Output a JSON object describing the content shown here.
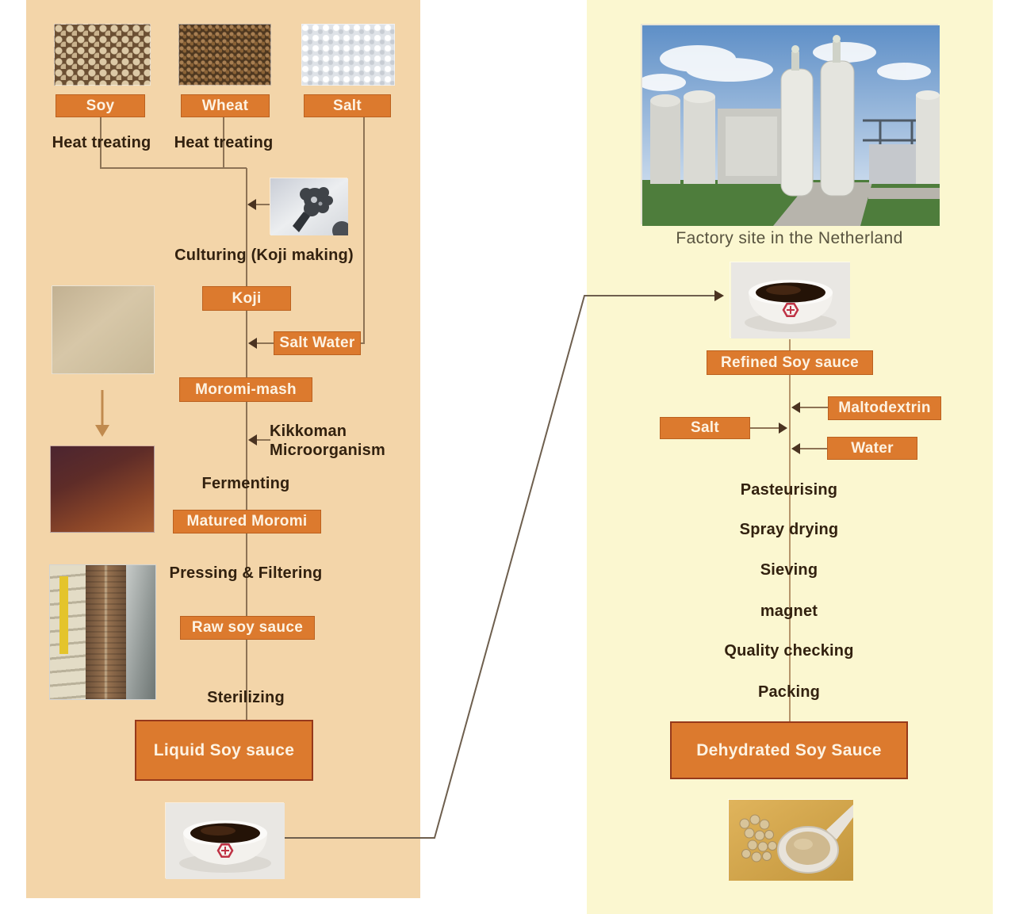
{
  "left": {
    "soy": "Soy",
    "wheat": "Wheat",
    "salt": "Salt",
    "heat_treating_soy": "Heat treating",
    "heat_treating_wheat": "Heat treating",
    "culturing": "Culturing (Koji making)",
    "koji": "Koji",
    "salt_water": "Salt Water",
    "moromi_mash": "Moromi-mash",
    "kikkoman_line1": "Kikkoman",
    "kikkoman_line2": "Microorganism",
    "fermenting": "Fermenting",
    "matured_moromi": "Matured Moromi",
    "pressing_filtering": "Pressing & Filtering",
    "raw_soy_sauce": "Raw soy sauce",
    "sterilizing": "Sterilizing",
    "liquid_soy_sauce": "Liquid Soy sauce"
  },
  "right": {
    "factory_caption": "Factory site in the Netherland",
    "refined_soy_sauce": "Refined Soy sauce",
    "maltodextrin": "Maltodextrin",
    "salt": "Salt",
    "water": "Water",
    "steps": [
      "Pasteurising",
      "Spray drying",
      "Sieving",
      "magnet",
      "Quality checking",
      "Packing"
    ],
    "dehydrated_soy_sauce": "Dehydrated Soy Sauce"
  },
  "colors": {
    "left_panel_bg": "#f3d5a9",
    "right_panel_bg": "#fbf7d0",
    "box_orange": "#dc7a2e",
    "box_text": "#fdf3e3",
    "label_text": "#32210f",
    "line_left": "#8d7355",
    "line_right": "#b5946a",
    "connector": "#6e5f4e",
    "arrowhead": "#4a3321",
    "kikkoman_logo_red": "#bf3345"
  }
}
